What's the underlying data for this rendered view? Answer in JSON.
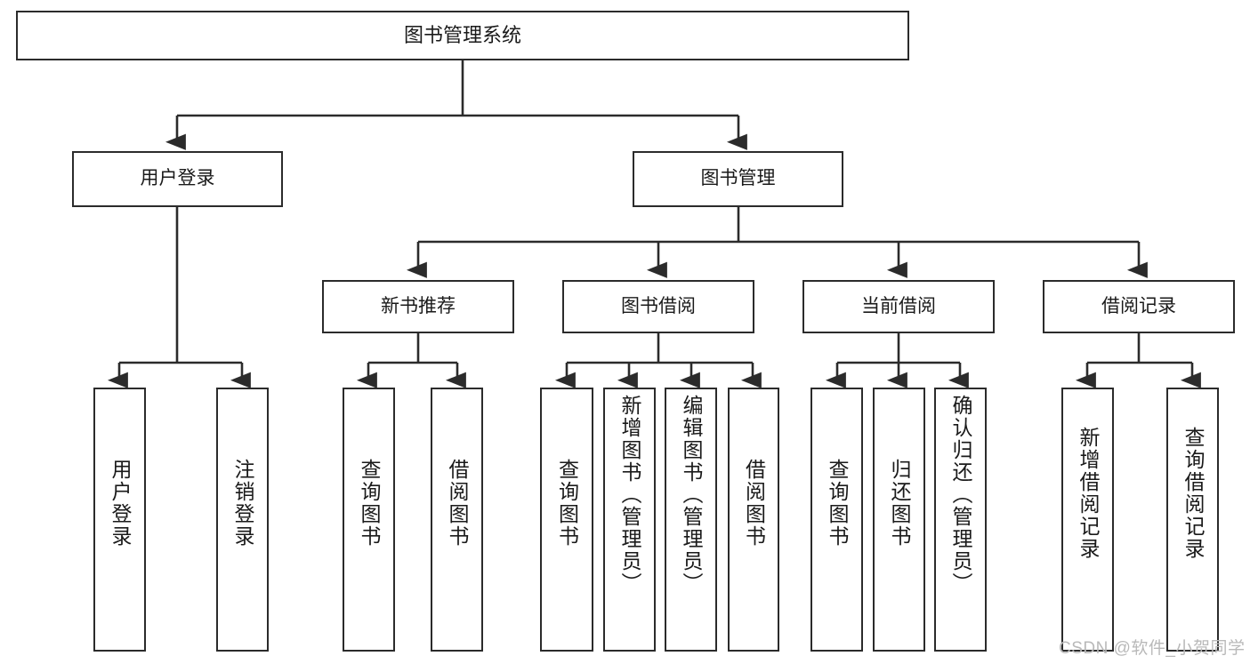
{
  "diagram": {
    "title_node": {
      "label": "图书管理系统"
    },
    "level2": [
      {
        "label": "用户登录"
      },
      {
        "label": "图书管理"
      }
    ],
    "level3": [
      {
        "label": "新书推荐"
      },
      {
        "label": "图书借阅"
      },
      {
        "label": "当前借阅"
      },
      {
        "label": "借阅记录"
      }
    ],
    "leaves": [
      {
        "label": "用户登录"
      },
      {
        "label": "注销登录"
      },
      {
        "label": "查询图书"
      },
      {
        "label": "借阅图书"
      },
      {
        "label": "查询图书"
      },
      {
        "label": "新增图书（管理员）"
      },
      {
        "label": "编辑图书（管理员）"
      },
      {
        "label": "借阅图书"
      },
      {
        "label": "查询图书"
      },
      {
        "label": "归还图书"
      },
      {
        "label": "确认归还（管理员）"
      },
      {
        "label": "新增借阅记录"
      },
      {
        "label": "查询借阅记录"
      }
    ]
  },
  "watermark": {
    "text": "CSDN @软件_小贺同学"
  },
  "colors": {
    "stroke": "#2b2b2b",
    "fill": "#ffffff",
    "text": "#1a1a1a",
    "watermark": "#b9b9b9"
  }
}
